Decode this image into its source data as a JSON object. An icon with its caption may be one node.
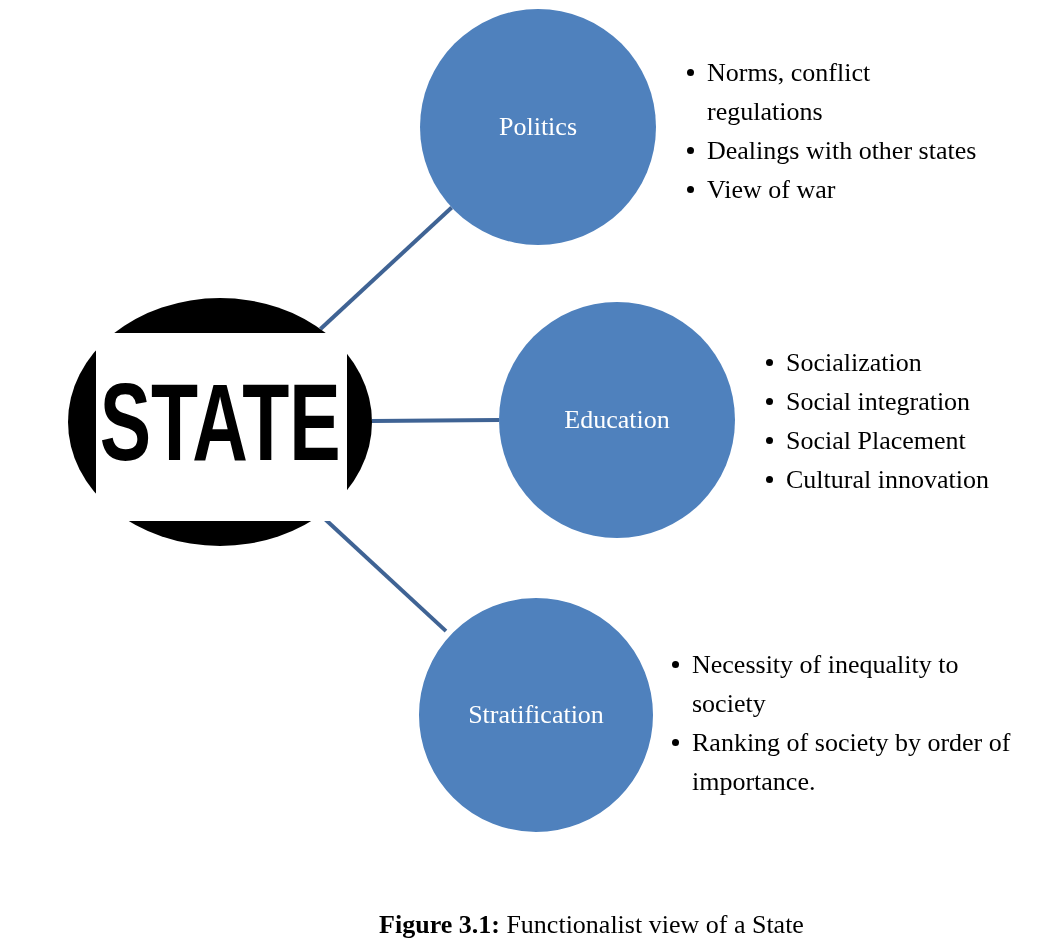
{
  "diagram": {
    "caption": "**Figure 3.1:** Functionalist view of a State",
    "nodes": [
      {
        "text": [
          "STATE"
        ]
      },
      {
        "text": [
          "Politics"
        ],
        "beside": [
          "Norms, conflict regulations",
          "Dealings with other states",
          "View of war"
        ]
      },
      {
        "text": [
          "Education"
        ],
        "beside": [
          "Socialization",
          "Social integration",
          "Social Placement",
          "Cultural innovation"
        ]
      },
      {
        "text": [
          "Stratification"
        ],
        "beside": [
          "Necessity of inequality to society",
          "Ranking of society by order of importance."
        ]
      }
    ],
    "edges": [
      {
        "from": 0,
        "to": 1,
        "arrow": "none"
      },
      {
        "from": 0,
        "to": 2,
        "arrow": "none"
      },
      {
        "from": 0,
        "to": 3,
        "arrow": "none"
      }
    ]
  }
}
